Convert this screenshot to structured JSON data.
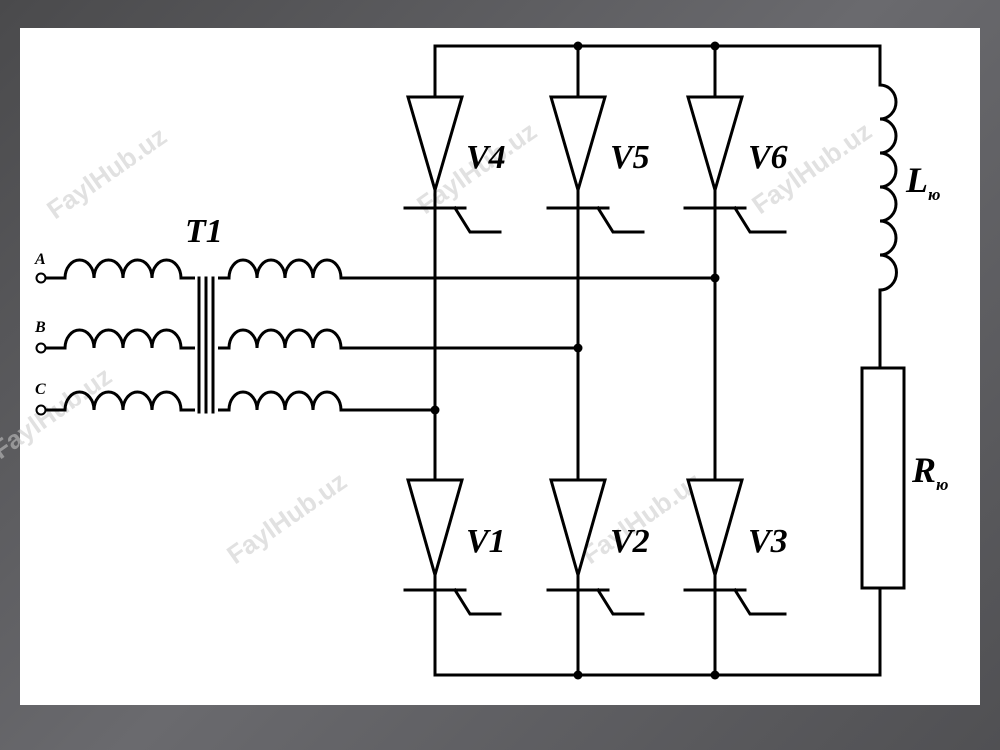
{
  "labels": {
    "transformer": "T1",
    "phase_a": "A",
    "phase_b": "B",
    "phase_c": "C",
    "thyristors": [
      "V4",
      "V5",
      "V6",
      "V1",
      "V2",
      "V3"
    ],
    "inductor": "L",
    "inductor_sub": "ю",
    "resistor": "R",
    "resistor_sub": "ю"
  },
  "watermark": "FaylHub.uz"
}
